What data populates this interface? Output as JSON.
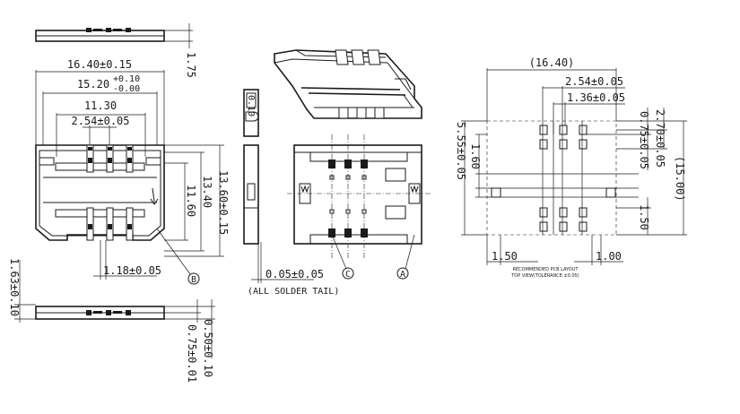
{
  "drawing": {
    "dims_left": {
      "top_height": "1.75",
      "width_total": "16.40±0.15",
      "width_inner_main": "15.20",
      "width_inner_tol_plus": "+0.10",
      "width_inner_tol_minus": "-0.00",
      "width_11_30": "11.30",
      "pitch": "2.54±0.05",
      "height_total": "13.60±0.15",
      "height_inner": "13.40",
      "height_11_60": "11.60",
      "pad_width": "1.18±0.05",
      "label_b": "B",
      "side_height": "1.63±0.10",
      "bottom_dim_1": "0.50±0.10",
      "bottom_dim_2": "0.75±0.01"
    },
    "dims_center": {
      "side_block_text": "0.10",
      "solder_tail": "0.05±0.05",
      "solder_note": "(ALL SOLDER TAIL)",
      "label_c": "C",
      "label_a": "A"
    },
    "dims_right": {
      "overall_width": "(16.40)",
      "pitch": "2.54±0.05",
      "pad_width": "1.36±0.05",
      "dim_0_75": "0.75±0.05",
      "dim_2_70": "2.70±0.05",
      "overall_height": "(15.00)",
      "dim_5_55": "5.55±0.05",
      "dim_1_60": "1.60",
      "dim_1_50_vert": "1.50",
      "dim_1_50_horiz": "1.50",
      "dim_1_00": "1.00",
      "layout_title": "RECOMMENDED PCB LAYOUT",
      "layout_subtitle": "TOP VIEW(TOLERANCE:±0.05)"
    }
  }
}
